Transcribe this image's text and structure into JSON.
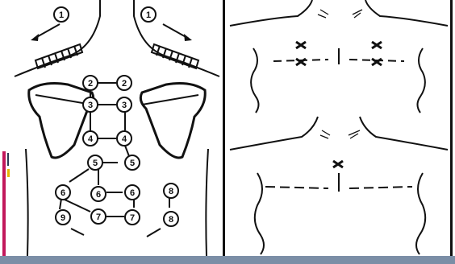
{
  "left_diagram": {
    "title": "Back massage sequence diagram",
    "steps": [
      {
        "label": "1"
      },
      {
        "label": "1"
      },
      {
        "label": "2"
      },
      {
        "label": "2"
      },
      {
        "label": "3"
      },
      {
        "label": "3"
      },
      {
        "label": "4"
      },
      {
        "label": "4"
      },
      {
        "label": "5"
      },
      {
        "label": "5"
      },
      {
        "label": "6"
      },
      {
        "label": "6"
      },
      {
        "label": "6"
      },
      {
        "label": "7"
      },
      {
        "label": "7"
      },
      {
        "label": "8"
      },
      {
        "label": "8"
      },
      {
        "label": "9"
      }
    ]
  },
  "right_diagram": {
    "top_panel_marks": "four X marks",
    "bottom_panel_marks": "one X mark"
  },
  "colors": {
    "accent": "#c2185b",
    "bottom_bar": "#7b8ea6",
    "ink": "#111111"
  }
}
